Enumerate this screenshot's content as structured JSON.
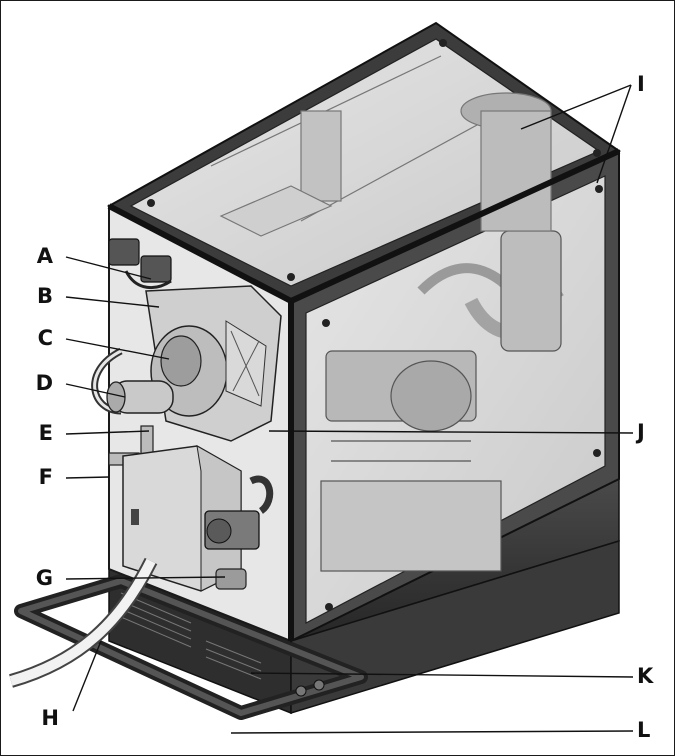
{
  "figure": {
    "callouts": [
      {
        "id": "A",
        "text": "A"
      },
      {
        "id": "B",
        "text": "B"
      },
      {
        "id": "C",
        "text": "C"
      },
      {
        "id": "D",
        "text": "D"
      },
      {
        "id": "E",
        "text": "E"
      },
      {
        "id": "F",
        "text": "F"
      },
      {
        "id": "G",
        "text": "G"
      },
      {
        "id": "H",
        "text": "H"
      },
      {
        "id": "I",
        "text": "I"
      },
      {
        "id": "J",
        "text": "J"
      },
      {
        "id": "K",
        "text": "K"
      },
      {
        "id": "L",
        "text": "L"
      }
    ]
  }
}
